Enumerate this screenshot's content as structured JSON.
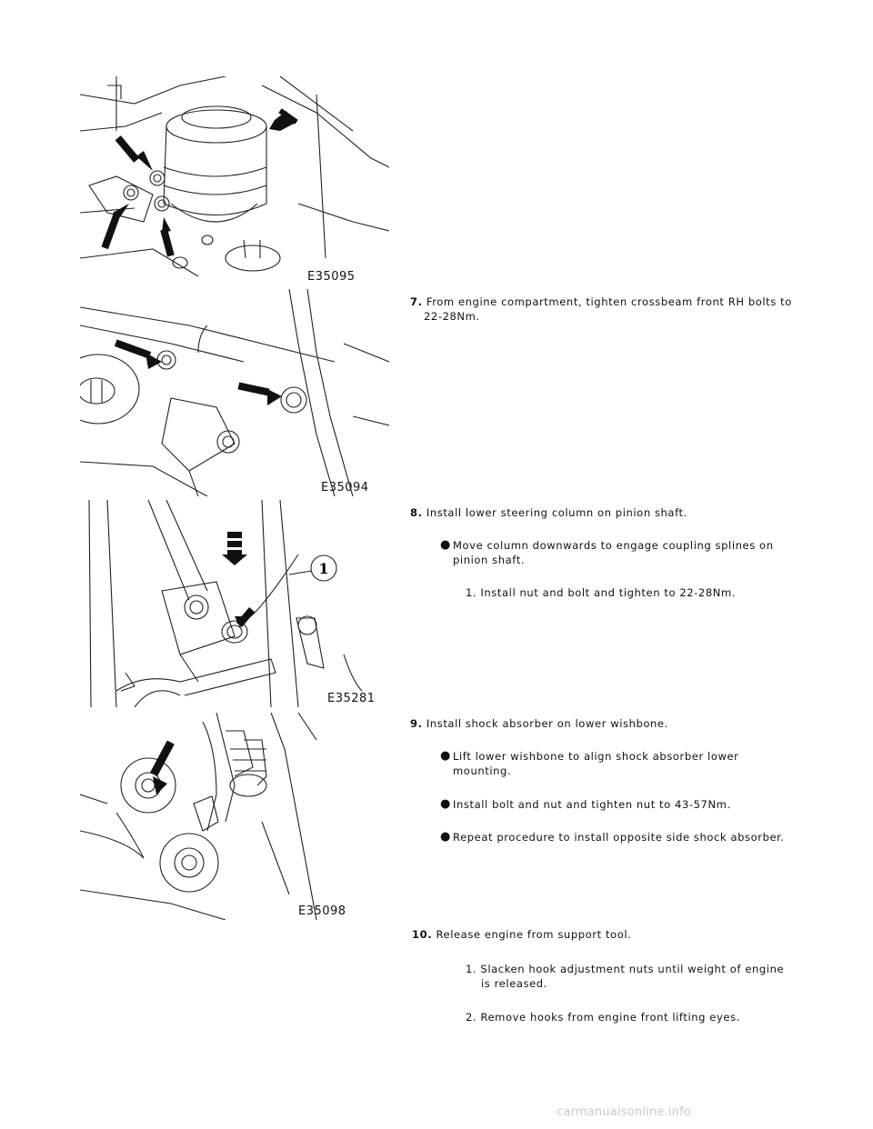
{
  "figures": [
    {
      "code": "E35095"
    },
    {
      "code": "E35094"
    },
    {
      "code": "E35281",
      "callout": "1"
    },
    {
      "code": "E35098"
    }
  ],
  "steps": [
    {
      "num": "7.",
      "text": "From engine compartment, tighten crossbeam front RH bolts to",
      "text2": "22-28Nm."
    },
    {
      "num": "8.",
      "text": "Install lower steering column on pinion shaft.",
      "bullets": [
        {
          "line1": "Move column downwards to engage coupling splines on",
          "line2": "pinion shaft."
        }
      ],
      "subs": [
        {
          "text": "1. Install nut and bolt and tighten to 22-28Nm."
        }
      ]
    },
    {
      "num": "9.",
      "text": "Install shock absorber on lower wishbone.",
      "bullets": [
        {
          "line1": "Lift lower wishbone to align shock absorber lower",
          "line2": "mounting."
        },
        {
          "line1": "Install bolt and nut and tighten nut to 43-57Nm."
        },
        {
          "line1": "Repeat procedure to install opposite side shock absorber."
        }
      ]
    },
    {
      "num": "10.",
      "text": "Release engine from support tool.",
      "subs": [
        {
          "line1": "1. Slacken hook adjustment nuts until weight of engine",
          "line2": "is released."
        },
        {
          "line1": "2. Remove hooks from engine front lifting eyes."
        }
      ]
    }
  ],
  "bullet_glyph": "●",
  "footer": "carmanualsonline.info"
}
